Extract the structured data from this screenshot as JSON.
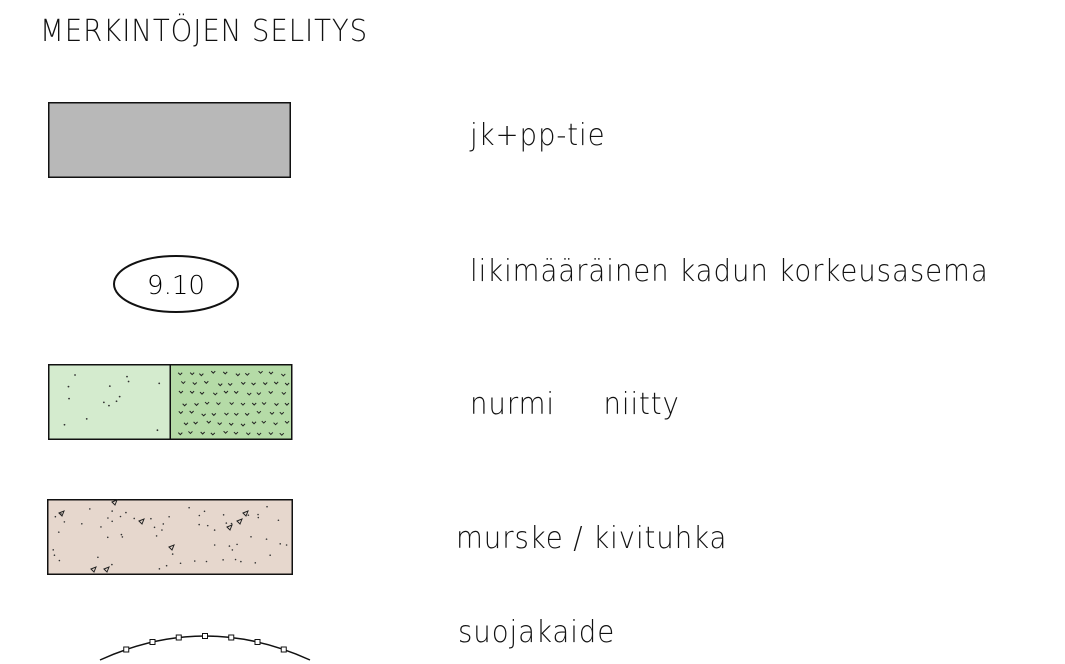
{
  "title": "MERKINTÖJEN SELITYS",
  "legend": [
    {
      "label": "jk+pp-tie",
      "fill": "#b8b8b8",
      "icon": "gray-rectangle-swatch"
    },
    {
      "label": "likimääräinen kadun korkeusasema",
      "elevation": "9.10",
      "icon": "elevation-ellipse"
    },
    {
      "label": "nurmi     niitty",
      "fill_lawn": "#d4ebce",
      "fill_meadow": "#b5dba7",
      "icon": "lawn-meadow-swatch"
    },
    {
      "label": "murske / kivituhka",
      "fill": "#e6d7cd",
      "icon": "gravel-swatch"
    },
    {
      "label": "suojakaide",
      "icon": "guardrail-arc"
    }
  ]
}
